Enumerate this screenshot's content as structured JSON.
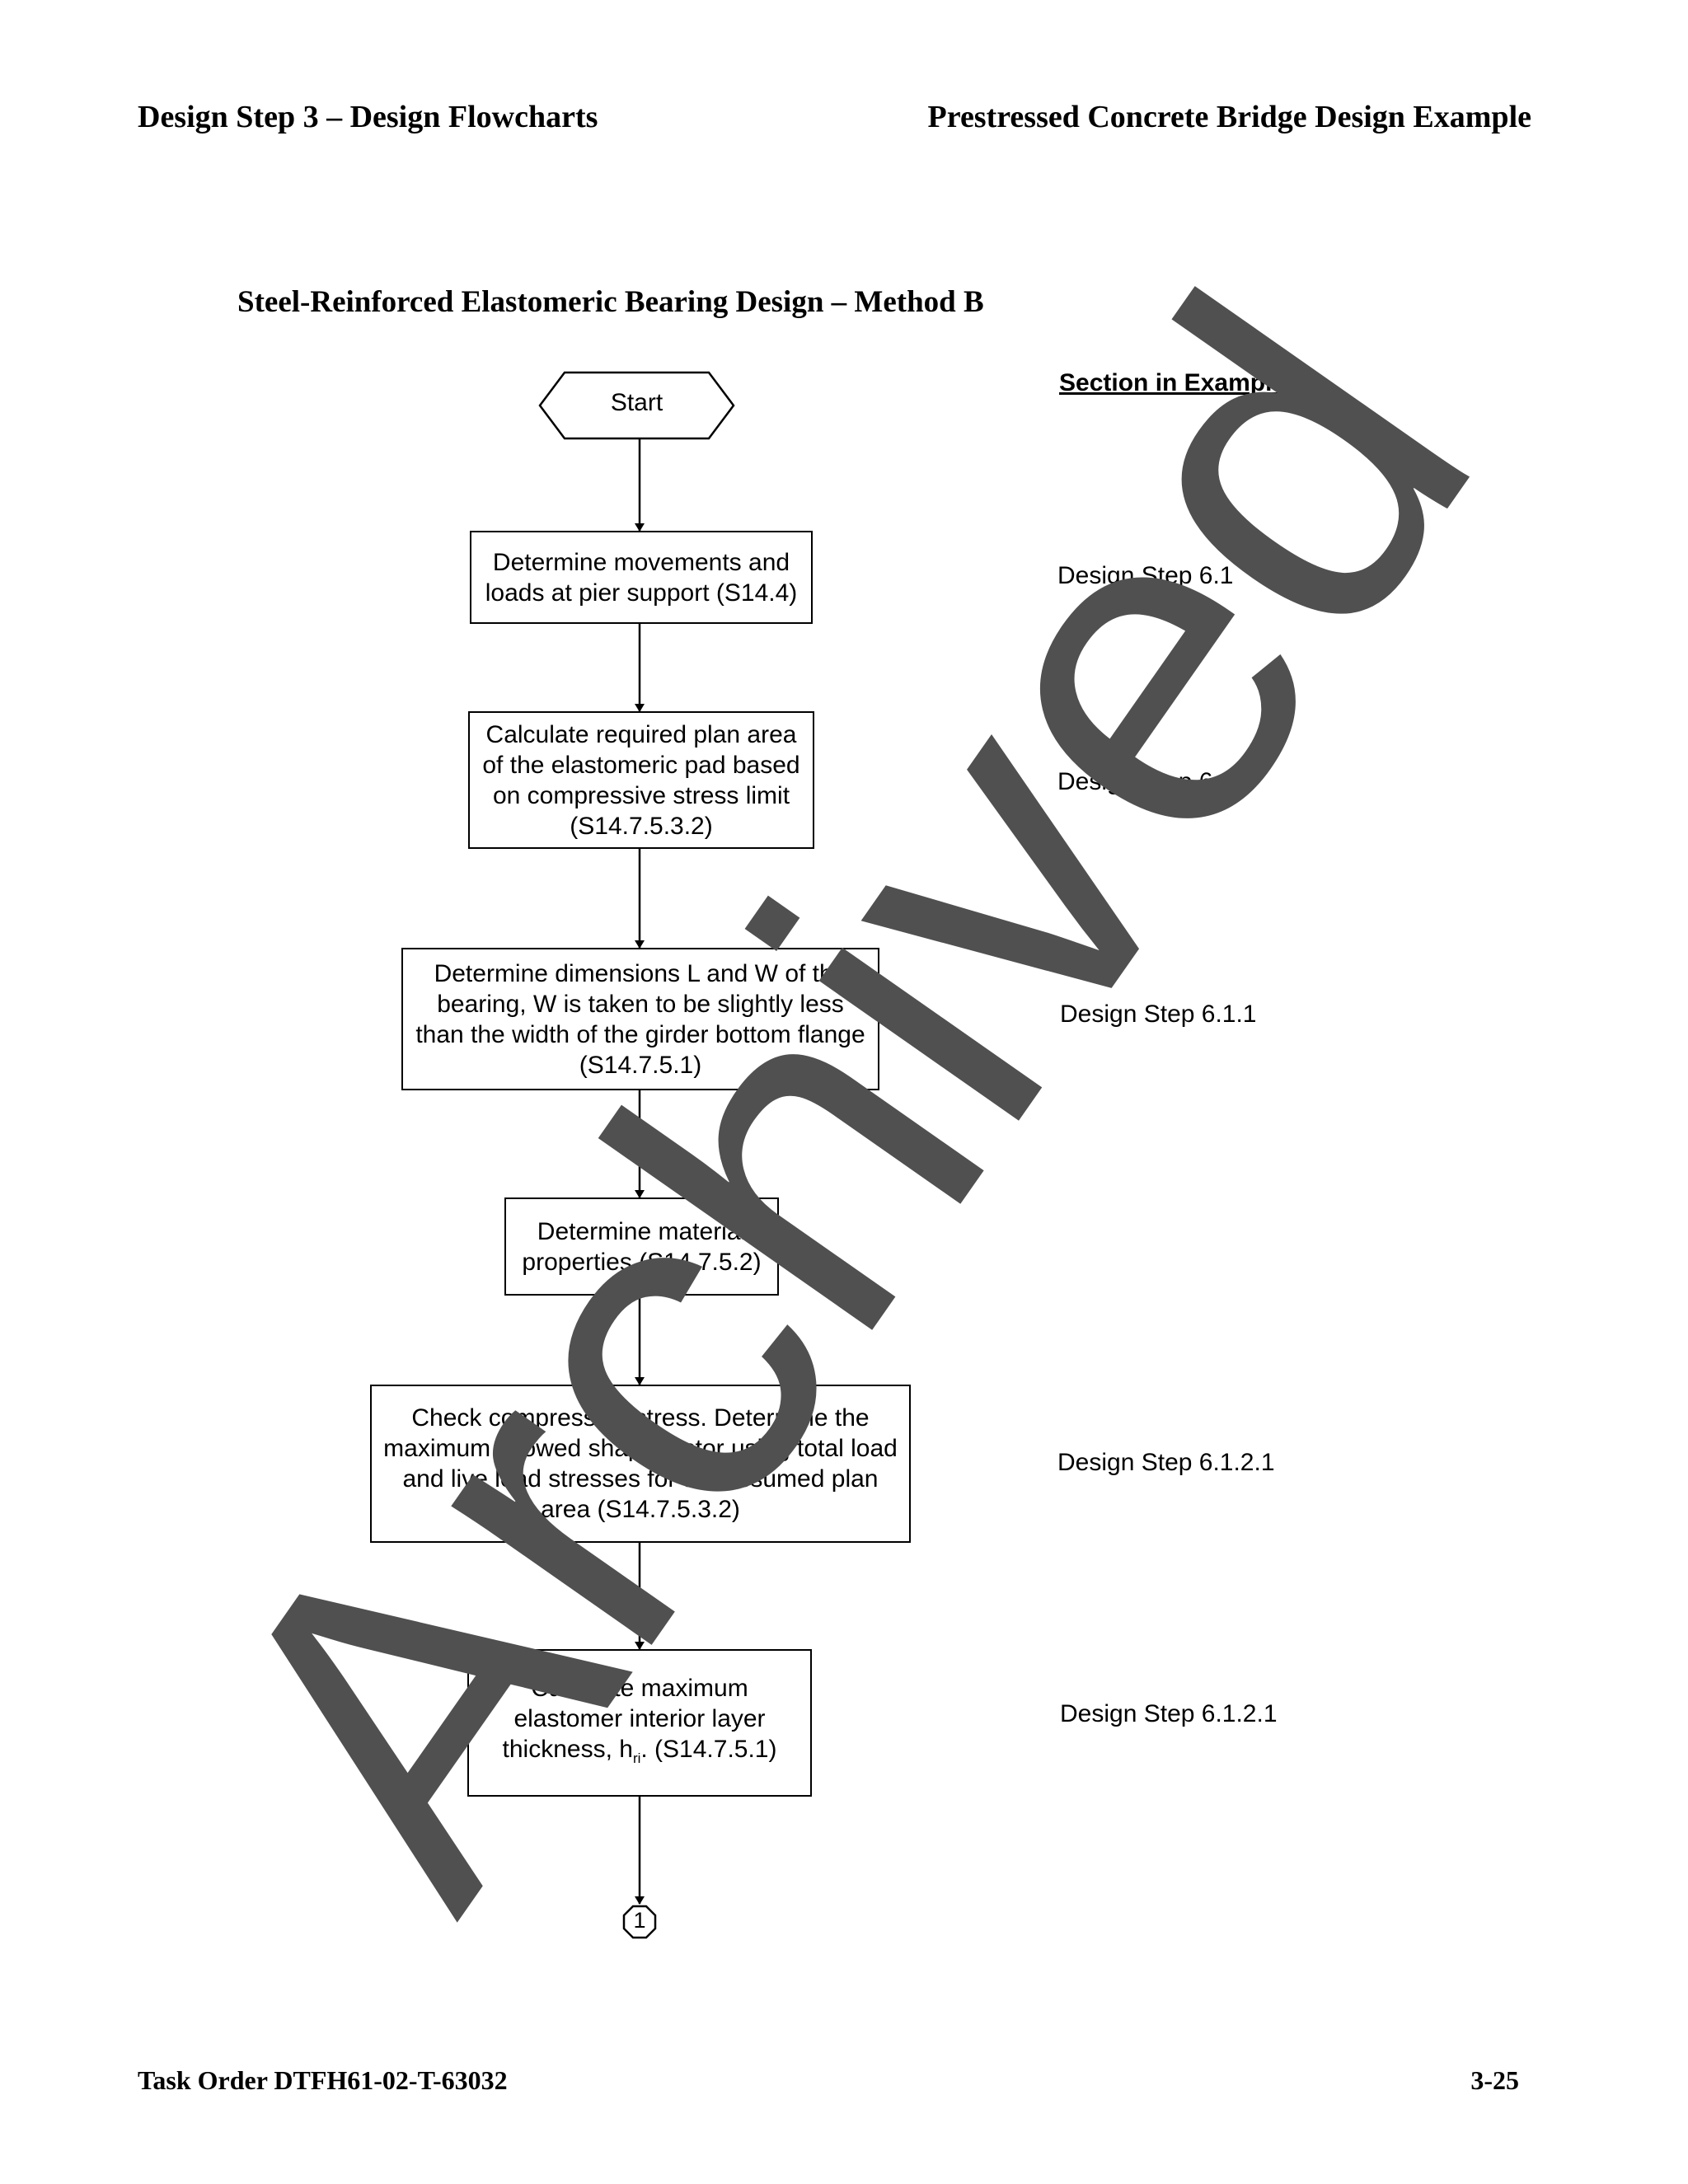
{
  "header": {
    "left": "Design Step 3 – Design Flowcharts",
    "right": "Prestressed Concrete Bridge Design Example"
  },
  "subtitle": "Steel-Reinforced Elastomeric Bearing Design – Method B",
  "column_header": "Section in Example",
  "flowchart": {
    "start": "Start",
    "steps": [
      {
        "lines": [
          "Determine movements and",
          "loads at pier support (S14.4)"
        ],
        "ref": "Design Step 6.1"
      },
      {
        "lines": [
          "Calculate required plan area",
          "of the elastomeric pad based",
          "on compressive stress limit",
          "(S14.7.5.3.2)"
        ],
        "ref": "Design Step 6.1.1"
      },
      {
        "lines": [
          "Determine dimensions L and W of the",
          "bearing, W is taken to be slightly less",
          "than the width of the girder bottom flange",
          "(S14.7.5.1)"
        ],
        "ref": "Design Step 6.1.1"
      },
      {
        "lines": [
          "Determine material",
          "properties (S14.7.5.2)"
        ],
        "ref": ""
      },
      {
        "lines": [
          "Check compressive stress.  Determine the",
          "maximum allowed shape factor using total load",
          "and live load stresses for the assumed plan",
          "area (S14.7.5.3.2)"
        ],
        "ref": "Design Step 6.1.2.1"
      },
      {
        "lines": [
          "Calculate maximum",
          "elastomer interior layer"
        ],
        "last_line": {
          "prefix": "thickness, h",
          "subscript": "ri",
          "suffix": ".  (S14.7.5.1)"
        },
        "ref": "Design Step 6.1.2.1"
      }
    ],
    "connector": "1"
  },
  "watermark": "Archived",
  "footer": {
    "left": "Task Order DTFH61-02-T-63032",
    "right": "3-25"
  }
}
